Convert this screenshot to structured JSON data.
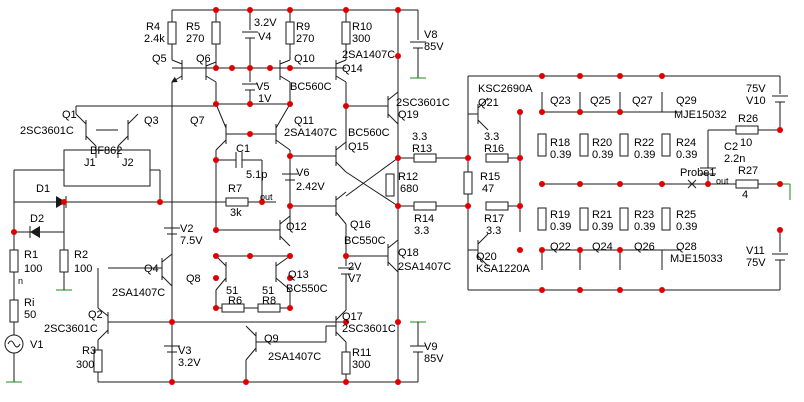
{
  "labels": {
    "R4": "R4",
    "R4v": "2.4k",
    "R5": "R5",
    "R5v": "270",
    "V4v": "3.2V",
    "V4": "V4",
    "R9": "R9",
    "R9v": "270",
    "R10": "R10",
    "R10v": "300",
    "V8": "V8",
    "V8v": "85V",
    "Q5": "Q5",
    "Q6": "Q6",
    "Q10": "Q10",
    "Q14": "Q14",
    "Q14t": "2SA1407C",
    "V5": "V5",
    "V5v": "1V",
    "Q10t": "BC560C",
    "Q1": "Q1",
    "Q1t": "2SC3601C",
    "Q3": "Q3",
    "BF862": "BF862",
    "J1": "J1",
    "J2": "J2",
    "Q7": "Q7",
    "Q11": "Q11",
    "Q11t": "2SA1407C",
    "C1": "C1",
    "C1v": "5.1p",
    "R7": "R7",
    "R7v": "3k",
    "out": "out",
    "V6": "V6",
    "V6v": "2.42V",
    "Q15t": "BC560C",
    "Q15": "Q15",
    "Q19t": "2SC3601C",
    "Q19": "Q19",
    "D1": "D1",
    "D2": "D2",
    "R1": "R1",
    "R1v": "100",
    "R2": "R2",
    "R2v": "100",
    "V2": "V2",
    "V2v": "7.5V",
    "Q12": "Q12",
    "Q16": "Q16",
    "Q16t": "BC550C",
    "Q18": "Q18",
    "Q18t": "2SA1407C",
    "V7v": "2V",
    "V7": "V7",
    "Q4": "Q4",
    "Q4t": "2SA1407C",
    "Q8": "Q8",
    "Q13": "Q13",
    "Q13t": "BC550C",
    "R6": "R6",
    "R6v": "51",
    "R8": "R8",
    "R8v": "51",
    "Rn": "n",
    "Ri": "Ri",
    "Riv": "50",
    "V1": "V1",
    "Q2": "Q2",
    "Q2t": "2SC3601C",
    "Q9": "Q9",
    "Q9t": "2SA1407C",
    "Q17": "Q17",
    "Q17t": "2SC3601C",
    "R3": "R3",
    "R3v": "300",
    "V3": "V3",
    "V3v": "3.2V",
    "R11": "R11",
    "R11v": "300",
    "V9": "V9",
    "V9v": "85V",
    "R13": "R13",
    "R13v": "3.3",
    "R12": "R12",
    "R12v": "680",
    "R14": "R14",
    "R14v": "3.3",
    "Q21t": "KSC2690A",
    "Q21": "Q21",
    "R16v": "3.3",
    "R16": "R16",
    "R15": "R15",
    "R15v": "47",
    "R17": "R17",
    "R17v": "3.3",
    "Q20": "Q20",
    "Q20t": "KSA1220A",
    "Q23": "Q23",
    "Q25": "Q25",
    "Q27": "Q27",
    "Q29": "Q29",
    "Q29t": "MJE15032",
    "R18": "R18",
    "R18v": "0.39",
    "R20": "R20",
    "R20v": "0.39",
    "R22": "R22",
    "R22v": "0.39",
    "R24": "R24",
    "R24v": "0.39",
    "R19": "R19",
    "R19v": "0.39",
    "R21": "R21",
    "R21v": "0.39",
    "R23": "R23",
    "R23v": "0.39",
    "R25": "R25",
    "R25v": "0.39",
    "Q22": "Q22",
    "Q24": "Q24",
    "Q26": "Q26",
    "Q28": "Q28",
    "Q28t": "MJE15033",
    "V10v": "75V",
    "V10": "V10",
    "R26": "R26",
    "R26v": "10",
    "C2": "C2",
    "C2v": "2.2n",
    "Probe1": "Probe1",
    "out2": "out",
    "R27": "R27",
    "R27v": "4",
    "V11": "V11",
    "V11v": "75V"
  },
  "colors": {
    "wire": "#1a1a1a",
    "junction": "#e00000",
    "ground_wire": "#1a8a1a"
  },
  "icons": [
    "resistor-symbol",
    "npn-transistor-symbol",
    "pnp-transistor-symbol",
    "jfet-symbol",
    "diode-symbol",
    "capacitor-symbol",
    "dc-source-symbol",
    "ac-source-symbol",
    "ground-symbol",
    "probe-symbol"
  ]
}
